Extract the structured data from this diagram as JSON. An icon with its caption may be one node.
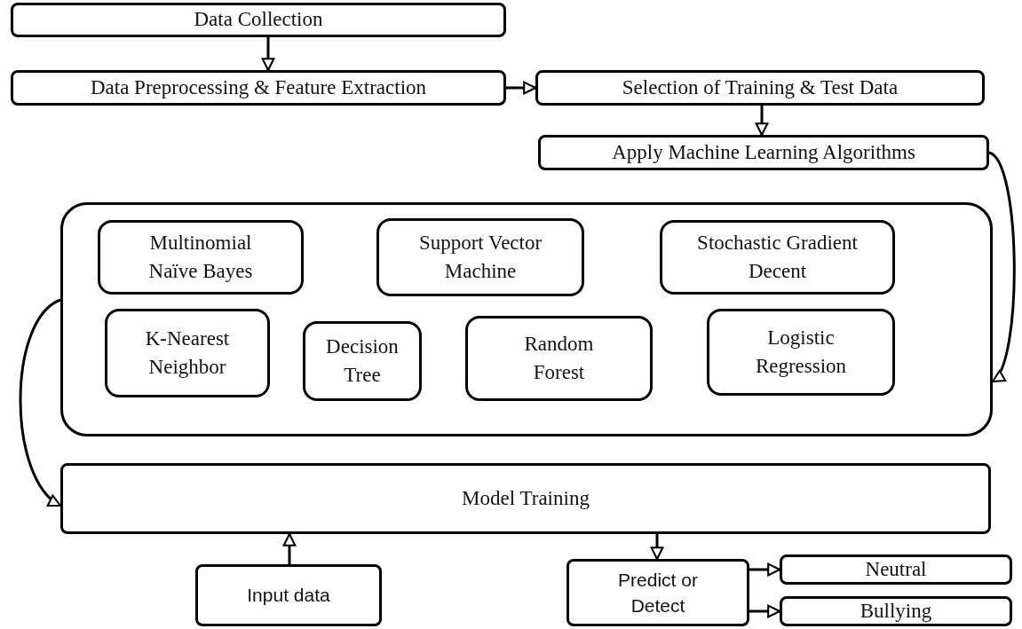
{
  "diagram": {
    "nodes": [
      {
        "text": [
          "Data Collection"
        ]
      },
      {
        "text": [
          "Data Preprocessing & Feature Extraction"
        ]
      },
      {
        "text": [
          "Selection of Training & Test Data"
        ]
      },
      {
        "text": [
          "Apply Machine Learning Algorithms"
        ]
      },
      {
        "text": [],
        "shape": "box"
      },
      {
        "text": [
          "Multinomial Naïve Bayes"
        ],
        "in": 4
      },
      {
        "text": [
          "Support Vector Machine"
        ],
        "in": 4
      },
      {
        "text": [
          "Stochastic Gradient Decent"
        ],
        "in": 4
      },
      {
        "text": [
          "K-Nearest Neighbor"
        ],
        "in": 4
      },
      {
        "text": [
          "Decision Tree"
        ],
        "in": 4
      },
      {
        "text": [
          "Random Forest"
        ],
        "in": 4
      },
      {
        "text": [
          "Logistic Regression"
        ],
        "in": 4
      },
      {
        "text": [
          "Model Training"
        ]
      },
      {
        "text": [
          "Input data"
        ]
      },
      {
        "text": [
          "Predict or Detect"
        ]
      },
      {
        "text": [
          "Neutral"
        ]
      },
      {
        "text": [
          "Bullying"
        ]
      }
    ],
    "edges": [
      {
        "from": 0,
        "to": 1,
        "arrow": "to"
      },
      {
        "from": 1,
        "to": 2,
        "arrow": "to"
      },
      {
        "from": 2,
        "to": 3,
        "arrow": "to"
      },
      {
        "from": 3,
        "to": 4,
        "arrow": "to"
      },
      {
        "from": 4,
        "to": 12,
        "arrow": "to"
      },
      {
        "from": 13,
        "to": 12,
        "arrow": "to"
      },
      {
        "from": 12,
        "to": 14,
        "arrow": "to"
      },
      {
        "from": 14,
        "to": 15,
        "arrow": "to"
      },
      {
        "from": 14,
        "to": 16,
        "arrow": "to"
      }
    ]
  }
}
